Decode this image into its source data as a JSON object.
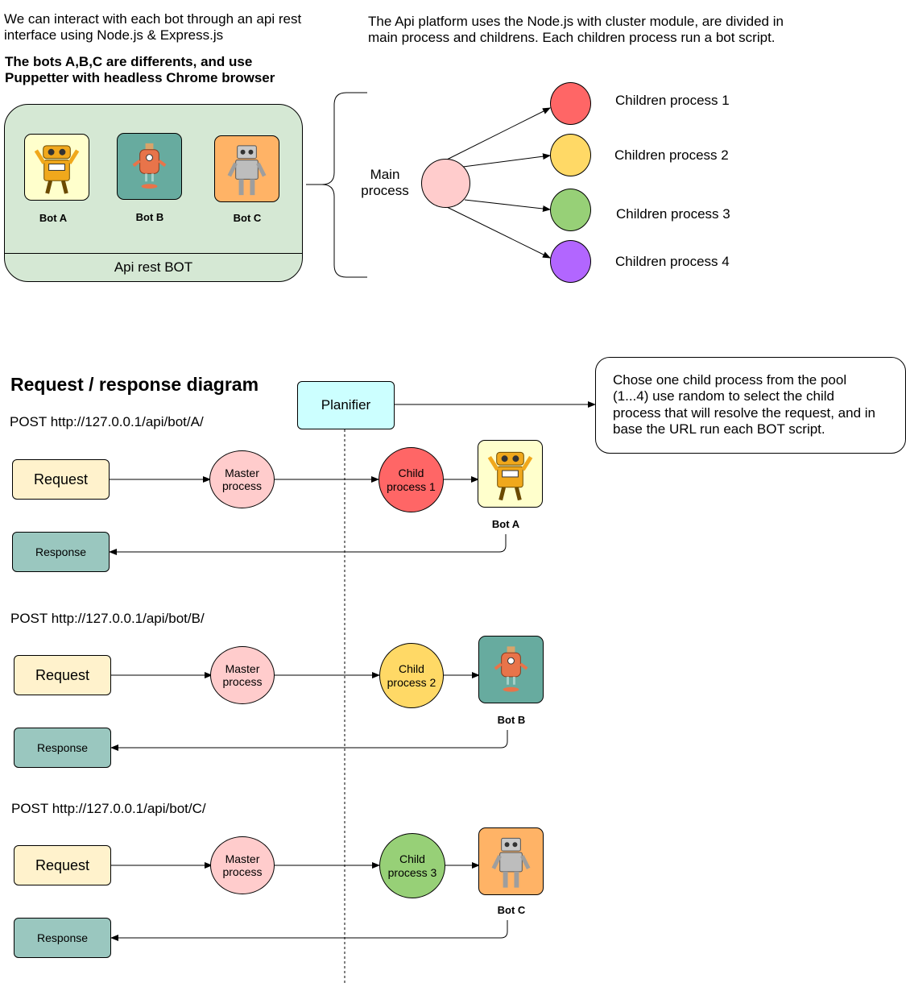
{
  "intro": {
    "api_text": "We can interact with each bot through an api rest\ninterface using Node.js & Express.js",
    "bots_text": "The bots A,B,C are differents, and use\nPuppetter with headless Chrome browser",
    "platform_text": "The Api platform uses the Node.js with cluster module,  are divided in\nmain process and childrens. Each children process run a bot script."
  },
  "api_panel": {
    "label": "Api rest BOT",
    "color": "#d5e8d4",
    "bots": [
      {
        "label": "Bot A",
        "bg": "#ffffcc"
      },
      {
        "label": "Bot B",
        "bg": "#67ab9f"
      },
      {
        "label": "Bot C",
        "bg": "#ffb366"
      }
    ]
  },
  "cluster": {
    "main_label": "Main\nprocess",
    "main_color": "#ffcccc",
    "children": [
      {
        "label": "Children process 1",
        "color": "#ff6666"
      },
      {
        "label": "Children process 2",
        "color": "#ffd966"
      },
      {
        "label": "Children process 3",
        "color": "#97d077"
      },
      {
        "label": "Children process 4",
        "color": "#b266ff"
      }
    ]
  },
  "sequence": {
    "title": "Request / response diagram",
    "planifier_label": "Planifier",
    "planifier_color": "#ccffff",
    "note": "Chose one child process from the pool\n(1...4) use random to select the child\nprocess that will resolve the request, and in\nbase the URL run each BOT script.",
    "flows": [
      {
        "url": "POST http://127.0.0.1/api/bot/A/",
        "request": "Request",
        "response": "Response",
        "master": "Master\nprocess",
        "child": "Child\nprocess 1",
        "child_color": "#ff6666",
        "bot": "Bot A",
        "bot_bg": "#ffffcc"
      },
      {
        "url": "POST http://127.0.0.1/api/bot/B/",
        "request": "Request",
        "response": "Response",
        "master": "Master\nprocess",
        "child": "Child\nprocess 2",
        "child_color": "#ffd966",
        "bot": "Bot B",
        "bot_bg": "#67ab9f"
      },
      {
        "url": "POST http://127.0.0.1/api/bot/C/",
        "request": "Request",
        "response": "Response",
        "master": "Master\nprocess",
        "child": "Child\nprocess 3",
        "child_color": "#97d077",
        "bot": "Bot C",
        "bot_bg": "#ffb366"
      }
    ],
    "request_color": "#fff2cc",
    "response_color": "#9ac7bf",
    "master_color": "#ffcccc"
  }
}
